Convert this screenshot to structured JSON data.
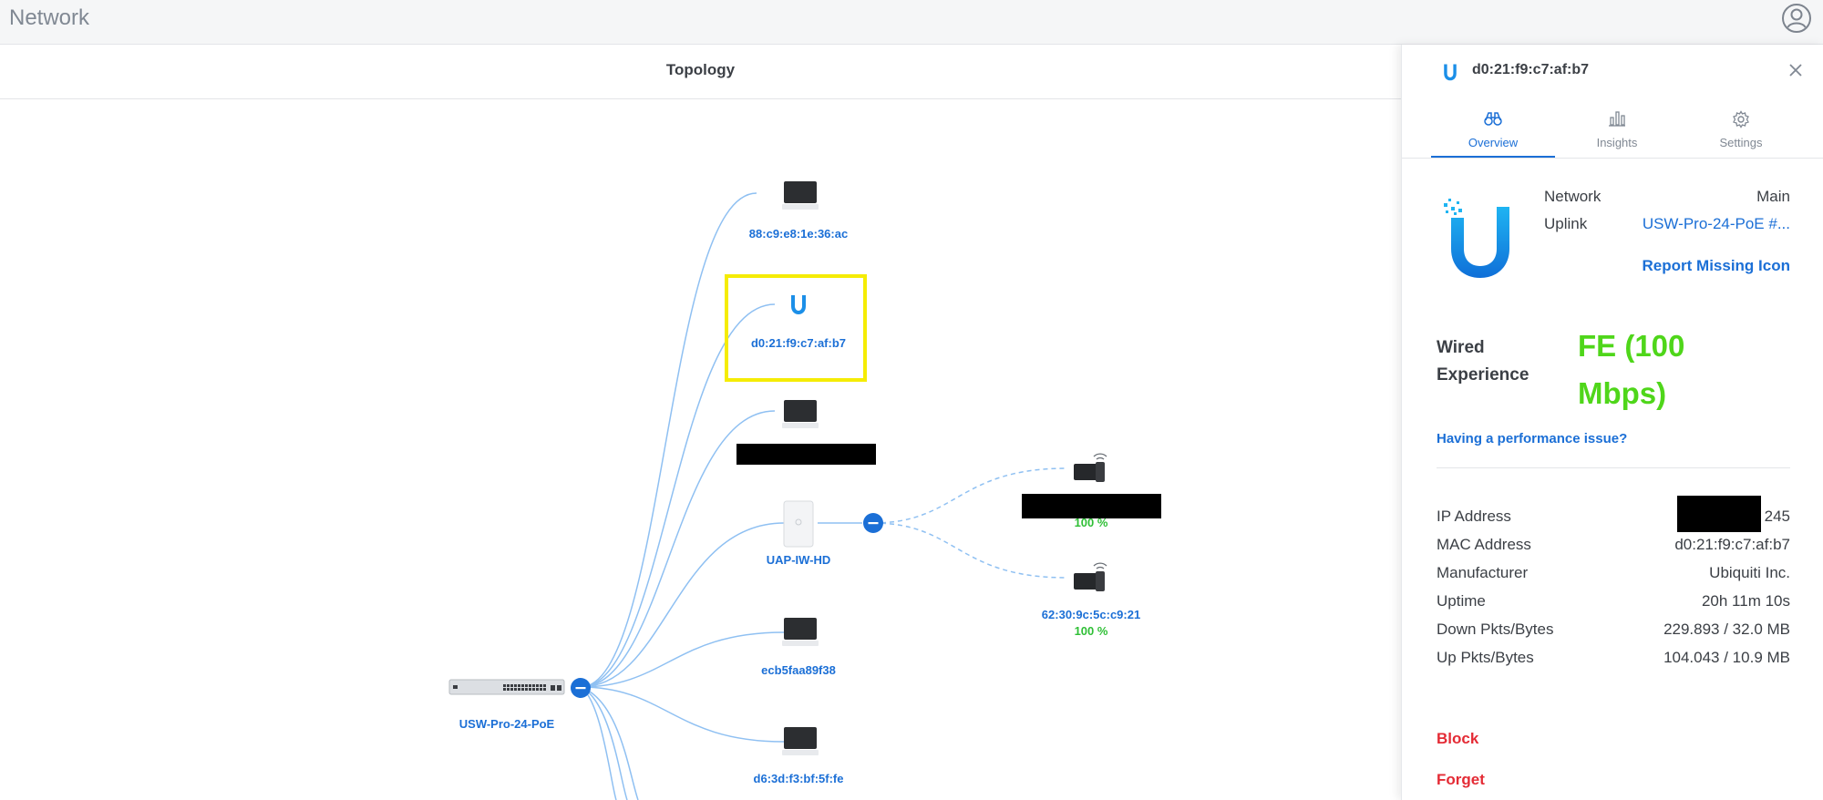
{
  "app": {
    "title": "Network"
  },
  "header": {
    "title": "Topology"
  },
  "topology": {
    "root": {
      "label": "USW-Pro-24-PoE"
    },
    "nodes": [
      {
        "label": "88:c9:e8:1e:36:ac"
      },
      {
        "label": "d0:21:f9:c7:af:b7"
      },
      {
        "label": "UAP-IW-HD"
      },
      {
        "label": "ecb5faa89f38"
      },
      {
        "label": "d6:3d:f3:bf:5f:fe"
      }
    ],
    "wireless_clients": [
      {
        "label": "",
        "signal": "100 %"
      },
      {
        "label": "62:30:9c:5c:c9:21",
        "signal": "100 %"
      }
    ]
  },
  "panel": {
    "title": "d0:21:f9:c7:af:b7",
    "tabs": [
      {
        "label": "Overview",
        "active": true,
        "icon": "binoculars-icon"
      },
      {
        "label": "Insights",
        "active": false,
        "icon": "bar-chart-icon"
      },
      {
        "label": "Settings",
        "active": false,
        "icon": "gear-icon"
      }
    ],
    "network_label": "Network",
    "network_value": "Main",
    "uplink_label": "Uplink",
    "uplink_value": "USW-Pro-24-PoE #...",
    "report_link": "Report Missing Icon",
    "wired_label": "Wired Experience",
    "wired_value": "FE (100 Mbps)",
    "perf_link": "Having a performance issue?",
    "details": [
      {
        "label": "IP Address",
        "value": "245"
      },
      {
        "label": "MAC Address",
        "value": "d0:21:f9:c7:af:b7"
      },
      {
        "label": "Manufacturer",
        "value": "Ubiquiti Inc."
      },
      {
        "label": "Uptime",
        "value": "20h 11m 10s"
      },
      {
        "label": "Down Pkts/Bytes",
        "value": "229.893 / 32.0 MB"
      },
      {
        "label": "Up Pkts/Bytes",
        "value": "104.043 / 10.9 MB"
      }
    ],
    "block_label": "Block",
    "forget_label": "Forget"
  },
  "colors": {
    "accent": "#1b6fd6",
    "success": "#2fbf36",
    "experience": "#4fd61a",
    "danger": "#e42b35",
    "highlight": "#f5ec05"
  }
}
